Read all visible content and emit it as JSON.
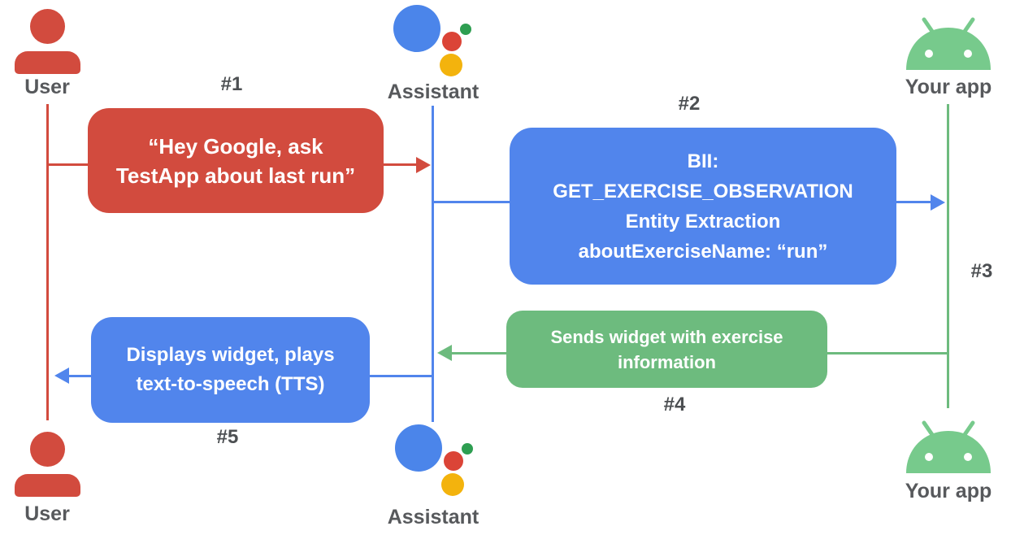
{
  "actors": {
    "user": "User",
    "assistant": "Assistant",
    "app": "Your app"
  },
  "steps": {
    "step1": {
      "label": "#1",
      "message": "“Hey Google, ask\nTestApp about last run”"
    },
    "step2": {
      "label": "#2",
      "message": "BII:\nGET_EXERCISE_OBSERVATION\nEntity Extraction\naboutExerciseName: “run”"
    },
    "step3": {
      "label": "#3"
    },
    "step4": {
      "label": "#4",
      "message": "Sends widget with exercise\ninformation"
    },
    "step5": {
      "label": "#5",
      "message": "Displays widget, plays\ntext-to-speech (TTS)"
    }
  },
  "colors": {
    "red": "#D24B3E",
    "blue": "#5185EC",
    "green": "#6DBB7E",
    "android_green": "#77CA8C",
    "assistant_blue": "#4B85EA",
    "assistant_red": "#DB4437",
    "assistant_green": "#2E9E51",
    "assistant_yellow": "#F3B30D",
    "label_gray": "#4C4F52",
    "actor_gray": "#57595C"
  }
}
